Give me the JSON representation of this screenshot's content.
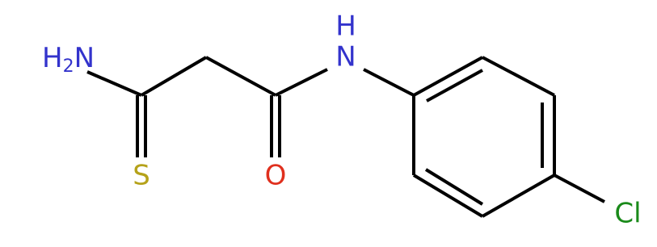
{
  "atoms": {
    "nh2": {
      "main": "H",
      "sub": "2",
      "tail": "N"
    },
    "nh": "N",
    "nh_h": "H",
    "s": "S",
    "o": "O",
    "cl": "Cl"
  },
  "colors": {
    "nitrogen": "#3333cc",
    "oxygen": "#e0301e",
    "sulfur": "#b5a21a",
    "chlorine": "#1a8a1a",
    "bond": "#000000"
  }
}
